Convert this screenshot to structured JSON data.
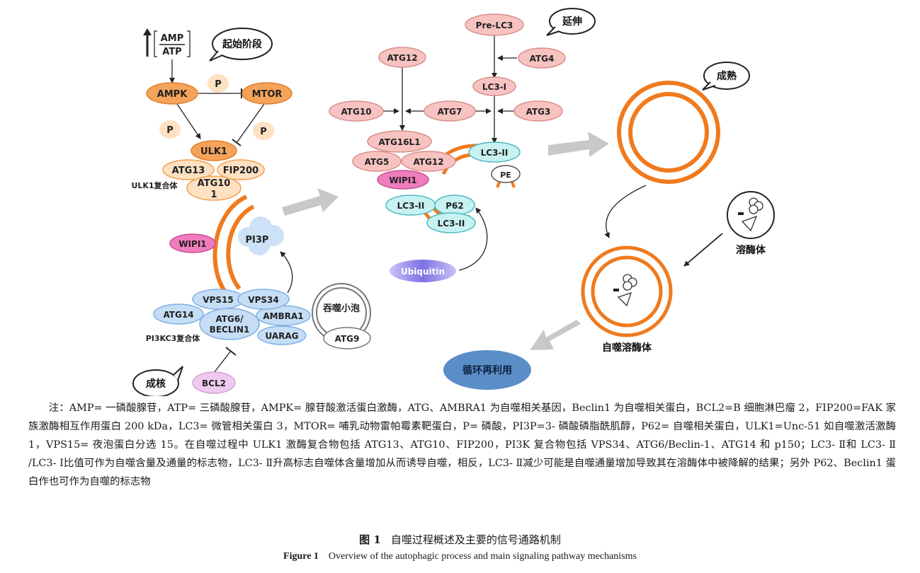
{
  "colors": {
    "orange_strong": "#f5a35a",
    "orange_light": "#fde1c2",
    "orange_ring": "#f07a1d",
    "pink_node": "#f7c3c1",
    "magenta_node": "#ef7cbc",
    "cyan_node": "#c8f2f2",
    "blue_node": "#c5ddf5",
    "lavender_node": "#efc9ef",
    "recycle_blue": "#5b8dc7",
    "ubiquitin": "#8f85e8",
    "arrow_gray": "#c8c8c8"
  },
  "stages": {
    "initiation": "起始阶段",
    "nucleation": "成核",
    "elongation": "延伸",
    "maturation": "成熟"
  },
  "ratio": {
    "numerator": "AMP",
    "denominator": "ATP"
  },
  "initiation": {
    "ampk": "AMPK",
    "mtor": "MTOR",
    "p": "P",
    "ulk1": "ULK1",
    "atg13": "ATG13",
    "fip200": "FIP200",
    "atg101_line1": "ATG10",
    "atg101_line2": "1",
    "complex_label": "ULK1复合体"
  },
  "nucleation": {
    "wipi1": "WIPI1",
    "pi3p": "PI3P",
    "vps15": "VPS15",
    "vps34": "VPS34",
    "atg14": "ATG14",
    "atg6_line1": "ATG6/",
    "atg6_line2": "BECLIN1",
    "ambra1": "AMBRA1",
    "uvrag": "UARAG",
    "complex_label": "PI3KC3复合体",
    "vesicle_label": "吞噬小泡",
    "atg9": "ATG9",
    "bcl2": "BCL2"
  },
  "elongation": {
    "pre_lc3": "Pre-LC3",
    "atg4": "ATG4",
    "lc3_i": "LC3-I",
    "atg12_top": "ATG12",
    "atg10": "ATG10",
    "atg7": "ATG7",
    "atg3": "ATG3",
    "atg16l1": "ATG16L1",
    "atg5": "ATG5",
    "atg12": "ATG12",
    "lc3_ii_a": "LC3-II",
    "pe": "PE",
    "wipi1": "WIPI1",
    "lc3_ii_b": "LC3-II",
    "p62": "P62",
    "lc3_ii_c": "LC3-II",
    "ubiquitin": "Ubiquitin"
  },
  "maturation": {
    "lysosome": "溶酶体",
    "autolysosome": "自噬溶酶体",
    "recycle": "循环再利用"
  },
  "caption": {
    "note": "注：AMP= 一磷酸腺苷，ATP= 三磷酸腺苷，AMPK= 腺苷酸激活蛋白激酶，ATG、AMBRA1 为自噬相关基因，Beclin1 为自噬相关蛋白，BCL2=B 细胞淋巴瘤 2，FIP200=FAK 家族激酶相互作用蛋白 200 kDa，LC3= 微管相关蛋白 3，MTOR= 哺乳动物雷帕霉素靶蛋白，P= 磷酸，PI3P=3- 磷酸磷脂酰肌醇，P62= 自噬相关蛋白，ULK1=Unc-51 如自噬激活激酶 1，VPS15= 夜泡蛋白分选 15。在自噬过程中 ULK1 激酶复合物包括 ATG13、ATG10、FIP200，PI3K 复合物包括 VPS34、ATG6/Beclin-1、ATG14 和 p150；LC3- Ⅱ和 LC3- Ⅱ /LC3- Ⅰ比值可作为自噬含量及通量的标志物，LC3- Ⅱ升高标志自噬体含量增加从而诱导自噬，相反，LC3- Ⅱ减少可能是自噬通量增加导致其在溶酶体中被降解的结果；另外 P62、Beclin1 蛋白作也可作为自噬的标志物",
    "figure_cn_num": "图 1",
    "figure_cn_title": "自噬过程概述及主要的信号通路机制",
    "figure_en_num": "Figure 1",
    "figure_en_title": "Overview of the autophagic process and main signaling pathway mechanisms"
  }
}
